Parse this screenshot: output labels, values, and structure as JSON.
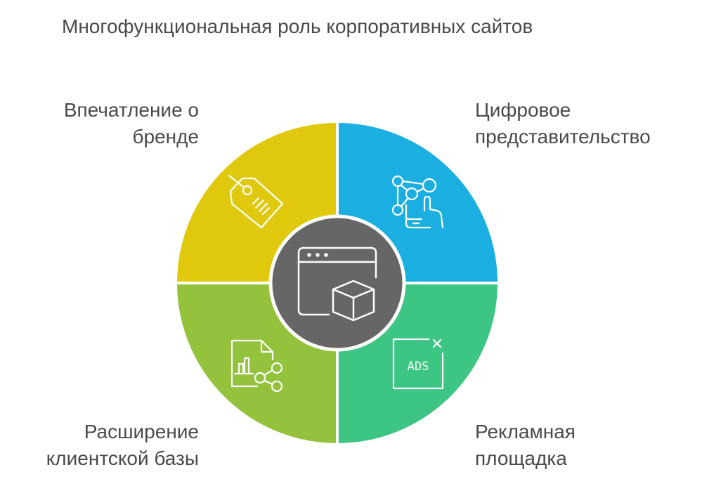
{
  "title": "Многофункциональная роль корпоративных сайтов",
  "center": {
    "icon": "website-box-icon"
  },
  "segments": [
    {
      "id": "brand",
      "lines": [
        "Впечатление о",
        "бренде"
      ],
      "color": "#e0c80c",
      "icon": "price-tag-icon"
    },
    {
      "id": "digital",
      "lines": [
        "Цифровое",
        "представительство"
      ],
      "color": "#1aafe0",
      "icon": "network-touch-icon"
    },
    {
      "id": "ads",
      "lines": [
        "Рекламная",
        "площадка"
      ],
      "color": "#3cc583",
      "icon": "ads-icon"
    },
    {
      "id": "client",
      "lines": [
        "Расширение",
        "клиентской базы"
      ],
      "color": "#94c23c",
      "icon": "share-chart-icon"
    }
  ],
  "ads_icon_text": "ADS"
}
